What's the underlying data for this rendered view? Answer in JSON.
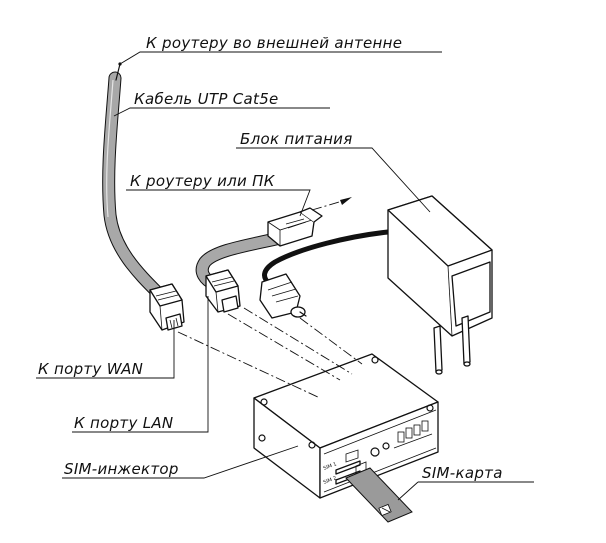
{
  "labels": {
    "router_external_antenna": "К роутеру во внешней антенне",
    "cable_utp": "Кабель UTP Cat5e",
    "power_supply": "Блок питания",
    "router_or_pc": "К роутеру или ПК",
    "wan_port": "К порту WAN",
    "lan_port": "К порту LAN",
    "sim_injector": "SIM-инжектор",
    "sim_card": "SIM-карта"
  },
  "device_markings": {
    "sim1": "SIM 1",
    "sim2": "SIM 2"
  },
  "colors": {
    "line": "#111111",
    "cable_gray": "#a8a8a8",
    "power_cable": "#111111",
    "sim_card": "#9a9a9a"
  }
}
